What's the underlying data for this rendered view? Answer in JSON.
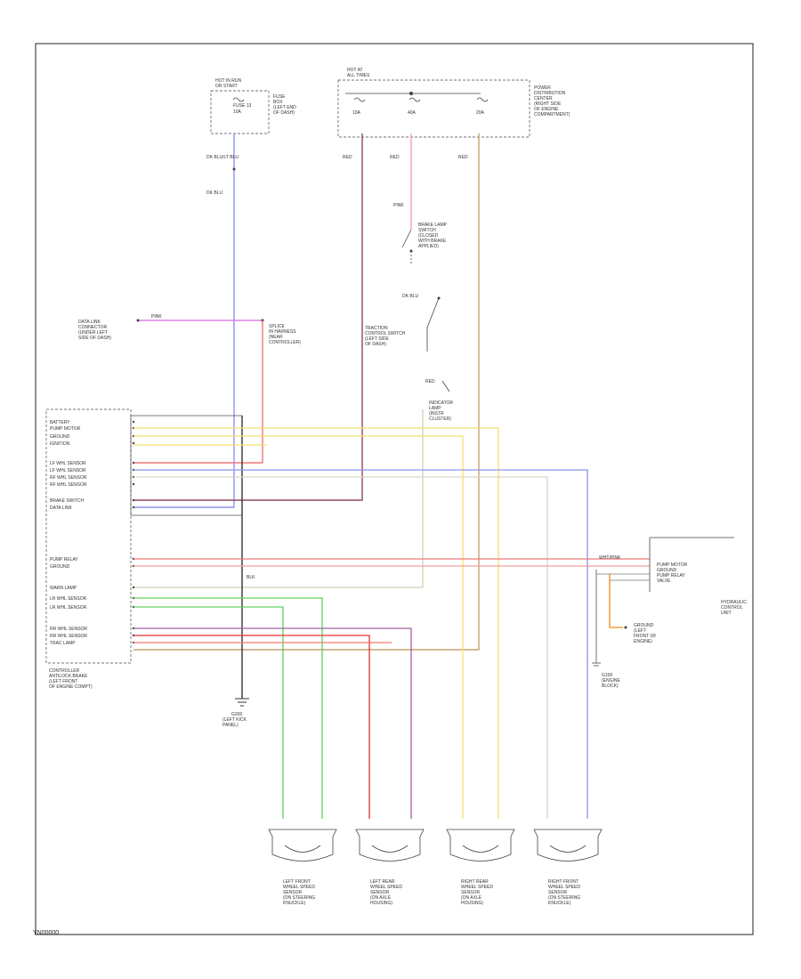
{
  "diagram": {
    "code": "YN00000",
    "components": {
      "hot_fuse_box": {
        "l1": "HOT IN RUN",
        "l2": "OR START",
        "fuse": "FUSE 13",
        "amp": "10A",
        "desc": [
          "FUSE",
          "BOX",
          "(LEFT END",
          "OF DASH)"
        ]
      },
      "pdc": {
        "l1": "HOT AT",
        "l2": "ALL TIMES",
        "f1": "10A",
        "f2": "40A",
        "f3": "20A",
        "desc": [
          "POWER",
          "DISTRIBUTION",
          "CENTER",
          "(RIGHT SIDE",
          "OF ENGINE",
          "COMPARTMENT)"
        ]
      },
      "brake_switch": {
        "text": [
          "BRAKE LAMP",
          "SWITCH",
          "(CLOSED",
          "WITH BRAKE",
          "APPLIED)"
        ]
      },
      "diag_connector": {
        "text": [
          "DATA LINK",
          "CONNECTOR",
          "(UNDER LEFT",
          "SIDE OF DASH)"
        ]
      },
      "splice": {
        "text": [
          "SPLICE",
          "IN HARNESS",
          "(NEAR",
          "CONTROLLER)"
        ]
      },
      "traction_switch": {
        "text": [
          "TRACTION",
          "CONTROL SWITCH",
          "(LEFT SIDE",
          "OF DASH)"
        ]
      },
      "indicator_lamp": {
        "text": [
          "INDICATOR",
          "LAMP",
          "(INSTR",
          "CLUSTER)"
        ]
      },
      "ground_g200": {
        "text": [
          "G200",
          "(LEFT KICK",
          "PANEL)"
        ]
      },
      "controller": {
        "pins": [
          "BATTERY",
          "PUMP MOTOR",
          "GROUND",
          "IGNITION",
          "LF WHL SENSOR",
          "LF WHL SENSOR",
          "RF WHL SENSOR",
          "RF WHL SENSOR",
          "BRAKE SWITCH",
          "DATA LINK",
          "",
          "",
          "PUMP RELAY",
          "GROUND",
          "WARN LAMP",
          "LR WHL SENSOR",
          "LR WHL SENSOR",
          "RR WHL SENSOR",
          "RR WHL SENSOR",
          "TRAC LAMP"
        ],
        "desc": [
          "CONTROLLER",
          "ANTILOCK BRAKE",
          "(LEFT FRONT",
          "OF ENGINE COMPT)"
        ]
      },
      "hcu": {
        "pins": [
          "PUMP MOTOR",
          "GROUND",
          "PUMP RELAY",
          "VALVE"
        ],
        "desc": [
          "HYDRAULIC",
          "CONTROL",
          "UNIT"
        ]
      },
      "ground_g101": {
        "text": [
          "GROUND",
          "(LEFT",
          "FRONT OF",
          "ENGINE)"
        ]
      },
      "ground_g100": {
        "text": [
          "G100",
          "(ENGINE",
          "BLOCK)"
        ]
      },
      "sensors": [
        {
          "text": [
            "LEFT FRONT",
            "WHEEL SPEED",
            "SENSOR",
            "(ON STEERING",
            "KNUCKLE)"
          ]
        },
        {
          "text": [
            "LEFT REAR",
            "WHEEL SPEED",
            "SENSOR",
            "(ON AXLE",
            "HOUSING)"
          ]
        },
        {
          "text": [
            "RIGHT REAR",
            "WHEEL SPEED",
            "SENSOR",
            "(ON AXLE",
            "HOUSING)"
          ]
        },
        {
          "text": [
            "RIGHT FRONT",
            "WHEEL SPEED",
            "SENSOR",
            "(ON STEERING",
            "KNUCKLE)"
          ]
        }
      ]
    },
    "wires": {
      "w1": "DK BLU/LT BLU",
      "w2": "DK BLU",
      "w3": "RED",
      "w4": "RED",
      "w5": "RED",
      "w6": "PINK",
      "w7": "DK BLU",
      "w8": "RED",
      "w9": "PINK",
      "w10": "BLK",
      "w11": "WHT/PINK"
    },
    "colors": {
      "blue": "#8a96e8",
      "red": "#f07878",
      "darkred": "#8e4a60",
      "pink": "#f2a0c8",
      "magenta": "#e080e0",
      "tan": "#c8a070",
      "orange": "#f0a040",
      "yellow": "#f0e070",
      "green": "#60d060",
      "brightred": "#e83030",
      "purple": "#a060a0",
      "gray": "#a8a8a8",
      "black": "#333333",
      "olive": "#b8b890",
      "navy": "#6070c0"
    }
  }
}
